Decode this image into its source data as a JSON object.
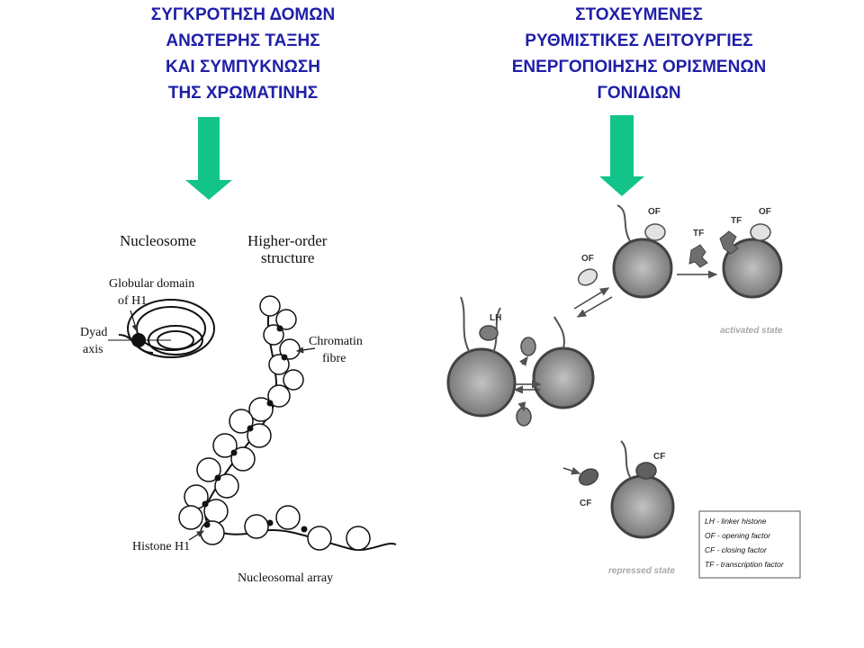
{
  "left_heading": {
    "lines": [
      "ΣΥΓΚΡΟΤΗΣΗ ΔΟΜΩΝ",
      "ΑΝΩΤΕΡΗΣ ΤΑΞΗΣ",
      "ΚΑΙ ΣΥΜΠΥΚΝΩΣΗ",
      "ΤΗΣ ΧΡΩΜΑΤΙΝΗΣ"
    ]
  },
  "right_heading": {
    "lines": [
      "ΣΤΟΧΕΥΜΕΝΕΣ",
      "ΡΥΘΜΙΣΤΙΚΕΣ ΛΕΙΤΟΥΡΓΙΕΣ",
      "ΕΝΕΡΓΟΠΟΙΗΣΗΣ ΟΡΙΣΜΕΝΩΝ",
      "ΓΟΝΙΔΙΩΝ"
    ]
  },
  "colors": {
    "heading": "#1f1fa8",
    "arrow": "#13c48a"
  },
  "left_figure": {
    "nucleosome": "Nucleosome",
    "higher_order_1": "Higher-order",
    "higher_order_2": "structure",
    "globular_1": "Globular domain",
    "globular_2": "of H1",
    "dyad_1": "Dyad",
    "dyad_2": "axis",
    "chromatin_1": "Chromatin",
    "chromatin_2": "fibre",
    "histone_h1": "Histone H1",
    "nucleosomal_array": "Nucleosomal array"
  },
  "right_figure": {
    "of_top": "OF",
    "tf_top": "TF",
    "of_top_right": "OF",
    "tf_small": "TF",
    "of_left": "OF",
    "lh": "LH",
    "cf_right": "CF",
    "cf_left": "CF",
    "activated": "activated state",
    "repressed": "repressed state",
    "legend": [
      "LH - linker histone",
      "OF - opening factor",
      "CF - closing factor",
      "TF - transcription factor"
    ]
  }
}
